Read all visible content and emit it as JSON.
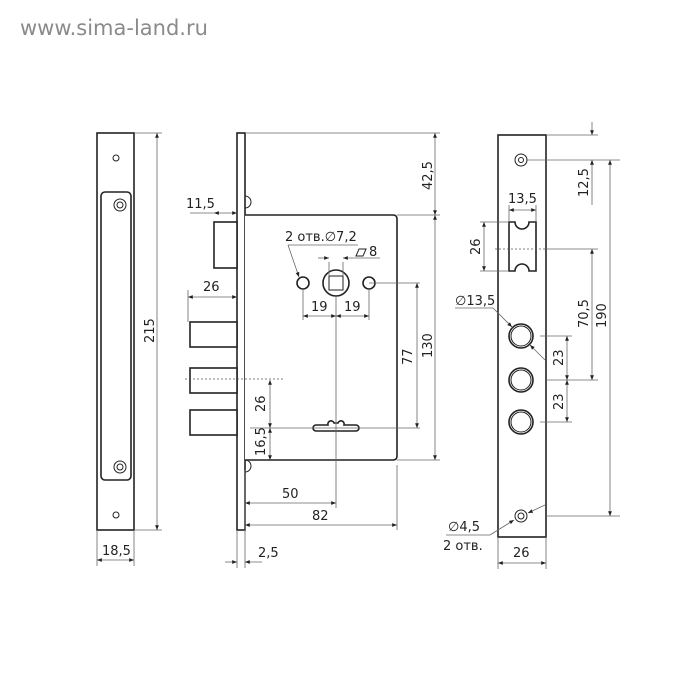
{
  "watermark": "www.sima-land.ru",
  "left_plate": {
    "height": "215",
    "width": "18,5"
  },
  "lock": {
    "top_offset": "42,5",
    "body_height": "130",
    "spindle_to_key": "77",
    "bolt_to_key": "26",
    "key_to_bottom": "16,5",
    "latch_depth": "11,5",
    "bolt_throw": "26",
    "hole_spacing_left": "19",
    "hole_spacing_right": "19",
    "square_label": "8",
    "holes_label": "2 отв.∅7,2",
    "backset": "50",
    "body_depth": "82",
    "faceplate_thickness": "2,5"
  },
  "right_plate": {
    "top_hole": "12,5",
    "hole_spacing": "190",
    "latch_to_bolt": "70,5",
    "bolt_spacing_1": "23",
    "bolt_spacing_2": "23",
    "latch_height": "26",
    "latch_width": "13,5",
    "bolt_hole_diameter": "∅13,5",
    "screw_hole_diameter": "∅4,5",
    "screw_hole_count": "2 отв.",
    "width": "26"
  }
}
